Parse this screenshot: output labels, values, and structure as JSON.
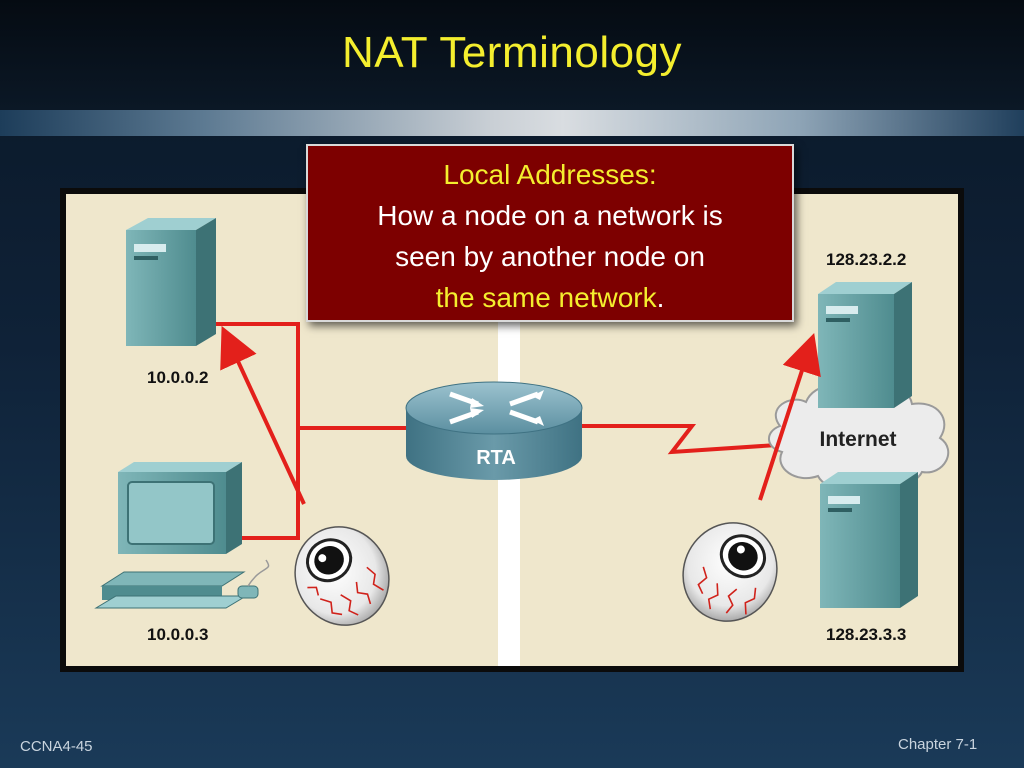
{
  "slide": {
    "title": "NAT Terminology",
    "footer_left": "CCNA4-45",
    "footer_right": "Chapter 7-1"
  },
  "callout": {
    "heading": "Local Addresses:",
    "line1": "How a node on a network is",
    "line2": "seen by another node on",
    "line3_highlight": "the same network",
    "line3_end": "."
  },
  "diagram": {
    "router_label": "RTA",
    "cloud_label": "Internet",
    "hosts": {
      "server_inside": "10.0.0.2",
      "pc_inside": "10.0.0.3",
      "server_outside_top": "128.23.2.2",
      "server_outside_bottom": "128.23.3.3"
    }
  },
  "colors": {
    "title": "#f4ee2e",
    "callout_bg": "#7d0000",
    "link": "#e3201b",
    "device": "#5f9ea0",
    "diagram_bg": "#efe7cc"
  }
}
